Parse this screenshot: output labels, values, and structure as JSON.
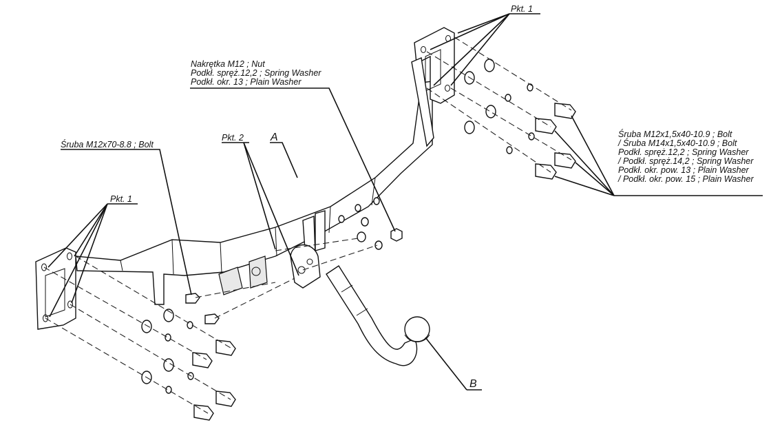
{
  "labels": {
    "pkt1_top": "Pkt. 1",
    "pkt1_left": "Pkt. 1",
    "pkt2": "Pkt. 2",
    "a": "A",
    "b": "B",
    "nut": [
      "Nakrętka  M12 ; Nut",
      "Podkł. spręż.12,2 ; Spring Washer",
      "Podkł. okr. 13 ; Plain Washer"
    ],
    "bolt_left": "Śruba M12x70-8.8 ;  Bolt",
    "bolt_right": [
      "Śruba M12x1,5x40-10.9 ;  Bolt",
      "/ Śruba M14x1,5x40-10.9 ;  Bolt",
      "Podkł. spręż.12,2 ; Spring Washer",
      "/ Podkł. spręż.14,2 ; Spring Washer",
      "Podkł. okr. pow. 13 ; Plain Washer",
      "/ Podkł. okr. pow. 15 ; Plain Washer"
    ]
  }
}
